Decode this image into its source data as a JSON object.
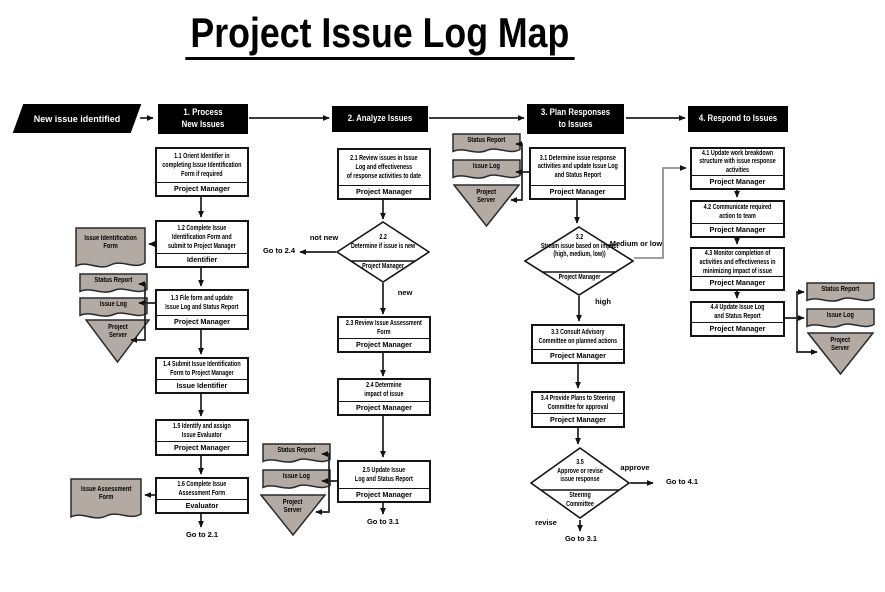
{
  "title": "Project Issue Log Map",
  "start_label": "New issue identified",
  "colors": {
    "doc_fill": "#b3aaa4",
    "header_bg": "#000000",
    "line": "#1f1f1f",
    "elbow": "#909090"
  },
  "phases": [
    {
      "header": "1.  Process\nNew Issues",
      "steps": [
        {
          "text": "1.1 Orient Identifier in\ncompleting Issue Identification\nForm if required",
          "role": "Project Manager"
        },
        {
          "text": "1.2 Complete Issue\nIdentification Form and\nsubmit to Project Manager",
          "role": "Identifier"
        },
        {
          "text": "1.3 File form and update\nIssue Log and Status Report",
          "role": "Project Manager"
        },
        {
          "text": "1.4 Submit Issue Identification\nForm to Project Manager",
          "role": "Issue Identifier"
        },
        {
          "text": "1.5 Identify and assign\nIssue Evaluator",
          "role": "Project Manager"
        },
        {
          "text": "1.6 Complete Issue\nAssessment Form",
          "role": "Evaluator"
        }
      ]
    },
    {
      "header": "2. Analyze Issues",
      "steps": [
        {
          "text": "2.1 Review issues in Issue\nLog and effectiveness\nof response activities to date",
          "role": "Project Manager"
        },
        {
          "text": "2.3 Review Issue Assessment\nForm",
          "role": "Project Manager"
        },
        {
          "text": "2.4 Determine\nimpact of issue",
          "role": "Project Manager"
        },
        {
          "text": "2.5 Update Issue\nLog and Status Report",
          "role": "Project Manager"
        }
      ]
    },
    {
      "header": "3. Plan Responses\nto Issues",
      "steps": [
        {
          "text": "3.1 Determine issue response\nactivities and update Issue Log\nand Status Report",
          "role": "Project Manager"
        },
        {
          "text": "3.3 Consult Advisory\nCommittee on planned actions",
          "role": "Project Manager"
        },
        {
          "text": "3.4 Provide Plans to Steering\nCommittee for approval",
          "role": "Project Manager"
        }
      ]
    },
    {
      "header": "4. Respond to Issues",
      "steps": [
        {
          "text": "4.1 Update work breakdown\nstructure with issue response\nactivities",
          "role": "Project Manager"
        },
        {
          "text": "4.2 Communicate required\naction to team",
          "role": "Project Manager"
        },
        {
          "text": "4.3 Monitor completion of\nactivities and effectiveness in\nminimizing impact of issue",
          "role": "Project Manager"
        },
        {
          "text": "4.4 Update Issue Log\nand Status Report",
          "role": "Project Manager"
        }
      ]
    }
  ],
  "decisions": [
    {
      "text": "2.2\nDetermine if issue is new",
      "role": "Project Manager"
    },
    {
      "text": "3.2\nStream issue based on impact\n(high, medium, low))",
      "role": "Project Manager"
    },
    {
      "text": "3.5\nApprove or revise\nissue response",
      "role": "Steering\nCommittee"
    }
  ],
  "artifacts": {
    "issue_identification_form": "Issue Identification\nForm",
    "status_report": "Status Report",
    "issue_log": "Issue Log",
    "project_server": "Project\nServer",
    "issue_assessment_form": "Issue Assessment\nForm"
  },
  "edge_labels": {
    "not_new": "not new",
    "new": "new",
    "goto_2_4": "Go to 2.4",
    "goto_2_1": "Go to 2.1",
    "goto_3_1_from_2_5": "Go to 3.1",
    "medium_or_low": "Medium or low",
    "high": "high",
    "approve": "approve",
    "revise": "revise",
    "goto_4_1": "Go to 4.1",
    "goto_3_1_from_3_5": "Go to 3.1"
  }
}
